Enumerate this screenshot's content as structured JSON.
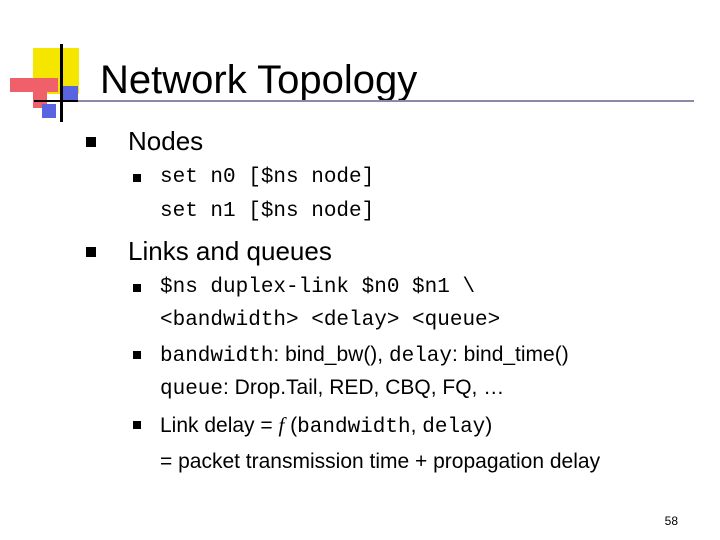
{
  "slide": {
    "title": "Network Topology",
    "page_number": "58",
    "colors": {
      "logo_yellow": "#f5e600",
      "logo_red": "#f0606a",
      "logo_blue": "#5a64e0",
      "rule": "#8a8aa8"
    }
  },
  "bullets": {
    "nodes": {
      "label": "Nodes",
      "lines": [
        "set n0 [$ns node]",
        "set n1 [$ns node]"
      ]
    },
    "links": {
      "label": "Links and queues",
      "item1": {
        "line1": "$ns duplex-link $n0 $n1 \\",
        "line2": "<bandwidth> <delay> <queue>"
      },
      "item2": {
        "code1": "bandwidth",
        "text1": ": bind_bw(), ",
        "code2": "delay",
        "text2": ": bind_time()",
        "code3": "queue",
        "text3": ": Drop.Tail, RED, CBQ, FQ, …"
      },
      "item3": {
        "text1": "Link delay = ",
        "func": "f",
        "text2": " (",
        "code1": "bandwidth",
        "text3": ", ",
        "code2": "delay",
        "text4": ")",
        "line2": "= packet transmission time + propagation delay"
      }
    }
  }
}
